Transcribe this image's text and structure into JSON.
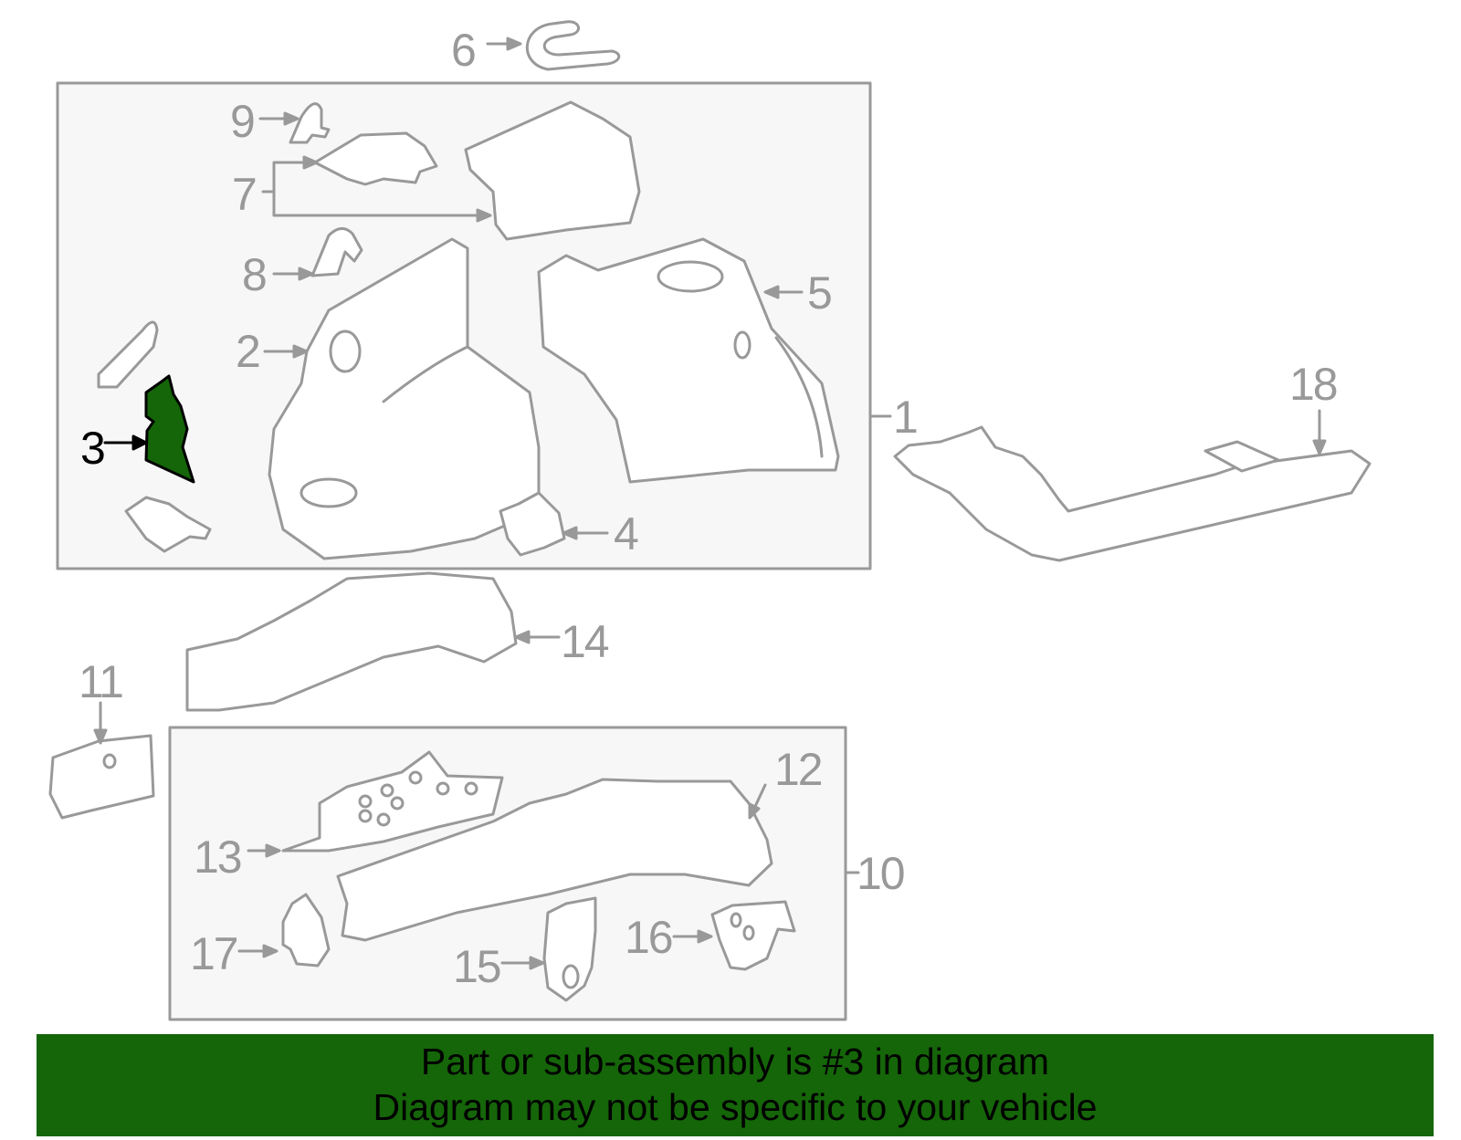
{
  "diagram": {
    "highlight_color": "#156509",
    "line_color": "#999999",
    "box_fill": "#f7f7f7",
    "selected_part": "3",
    "callouts": [
      {
        "id": "1",
        "label": "1"
      },
      {
        "id": "2",
        "label": "2"
      },
      {
        "id": "3",
        "label": "3"
      },
      {
        "id": "4",
        "label": "4"
      },
      {
        "id": "5",
        "label": "5"
      },
      {
        "id": "6",
        "label": "6"
      },
      {
        "id": "7",
        "label": "7"
      },
      {
        "id": "8",
        "label": "8"
      },
      {
        "id": "9",
        "label": "9"
      },
      {
        "id": "10",
        "label": "10"
      },
      {
        "id": "11",
        "label": "11"
      },
      {
        "id": "12",
        "label": "12"
      },
      {
        "id": "13",
        "label": "13"
      },
      {
        "id": "14",
        "label": "14"
      },
      {
        "id": "15",
        "label": "15"
      },
      {
        "id": "16",
        "label": "16"
      },
      {
        "id": "17",
        "label": "17"
      },
      {
        "id": "18",
        "label": "18"
      }
    ]
  },
  "banner": {
    "line1": "Part or sub-assembly is #3 in diagram",
    "line2": "Diagram may not be specific to your vehicle",
    "background": "#156509"
  }
}
